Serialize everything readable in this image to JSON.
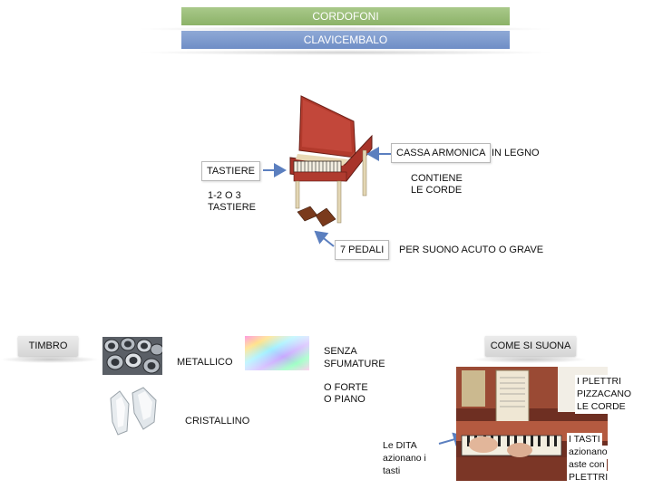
{
  "header": {
    "category": "CORDOFONI",
    "instrument": "CLAVICEMBALO"
  },
  "harpsichord_parts": {
    "keyboards_label": "TASTIERE",
    "keyboards_note": [
      "1-2 O 3",
      "TASTIERE"
    ],
    "soundboard_label": "CASSA ARMONICA",
    "soundboard_material": "IN LEGNO",
    "soundboard_note": [
      "CONTIENE",
      "LE CORDE"
    ],
    "pedals_label": "7 PEDALI",
    "pedals_note": "PER SUONO ACUTO O GRAVE"
  },
  "timbre": {
    "title": "TIMBRO",
    "metallic": "METALLICO",
    "crystalline": "CRISTALLINO",
    "no_nuance": [
      "SENZA",
      "SFUMATURE"
    ],
    "dynamics": [
      "O FORTE",
      "O PIANO"
    ]
  },
  "playing": {
    "title": "COME SI SUONA",
    "fingers": [
      "Le DITA",
      "azionano i",
      "tasti"
    ],
    "plectra": [
      "I PLETTRI",
      "PIZZACANO",
      "LE CORDE"
    ],
    "keys": [
      "I TASTI",
      "azionano",
      "aste con",
      "PLETTRI"
    ]
  },
  "colors": {
    "green_banner": "#8cb268",
    "blue_banner": "#6f8ec6",
    "arrow": "#5b7fbf"
  }
}
